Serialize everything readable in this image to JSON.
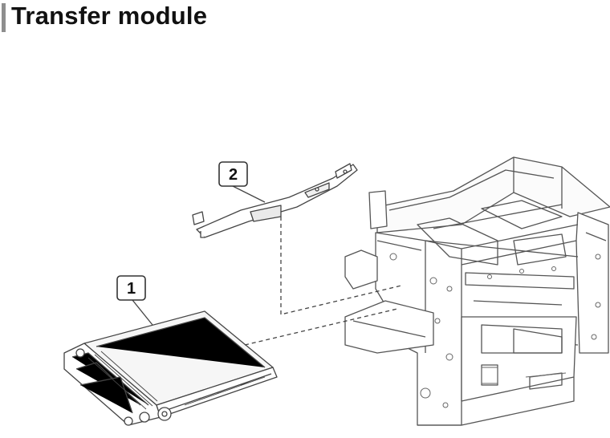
{
  "page": {
    "title": "Transfer module"
  },
  "callouts": [
    {
      "label": "1",
      "part": "transfer-module"
    },
    {
      "label": "2",
      "part": "sensor-bracket-assembly"
    }
  ],
  "colors": {
    "line": "#4a4a4a",
    "title_bar": "#8e8e8e"
  }
}
